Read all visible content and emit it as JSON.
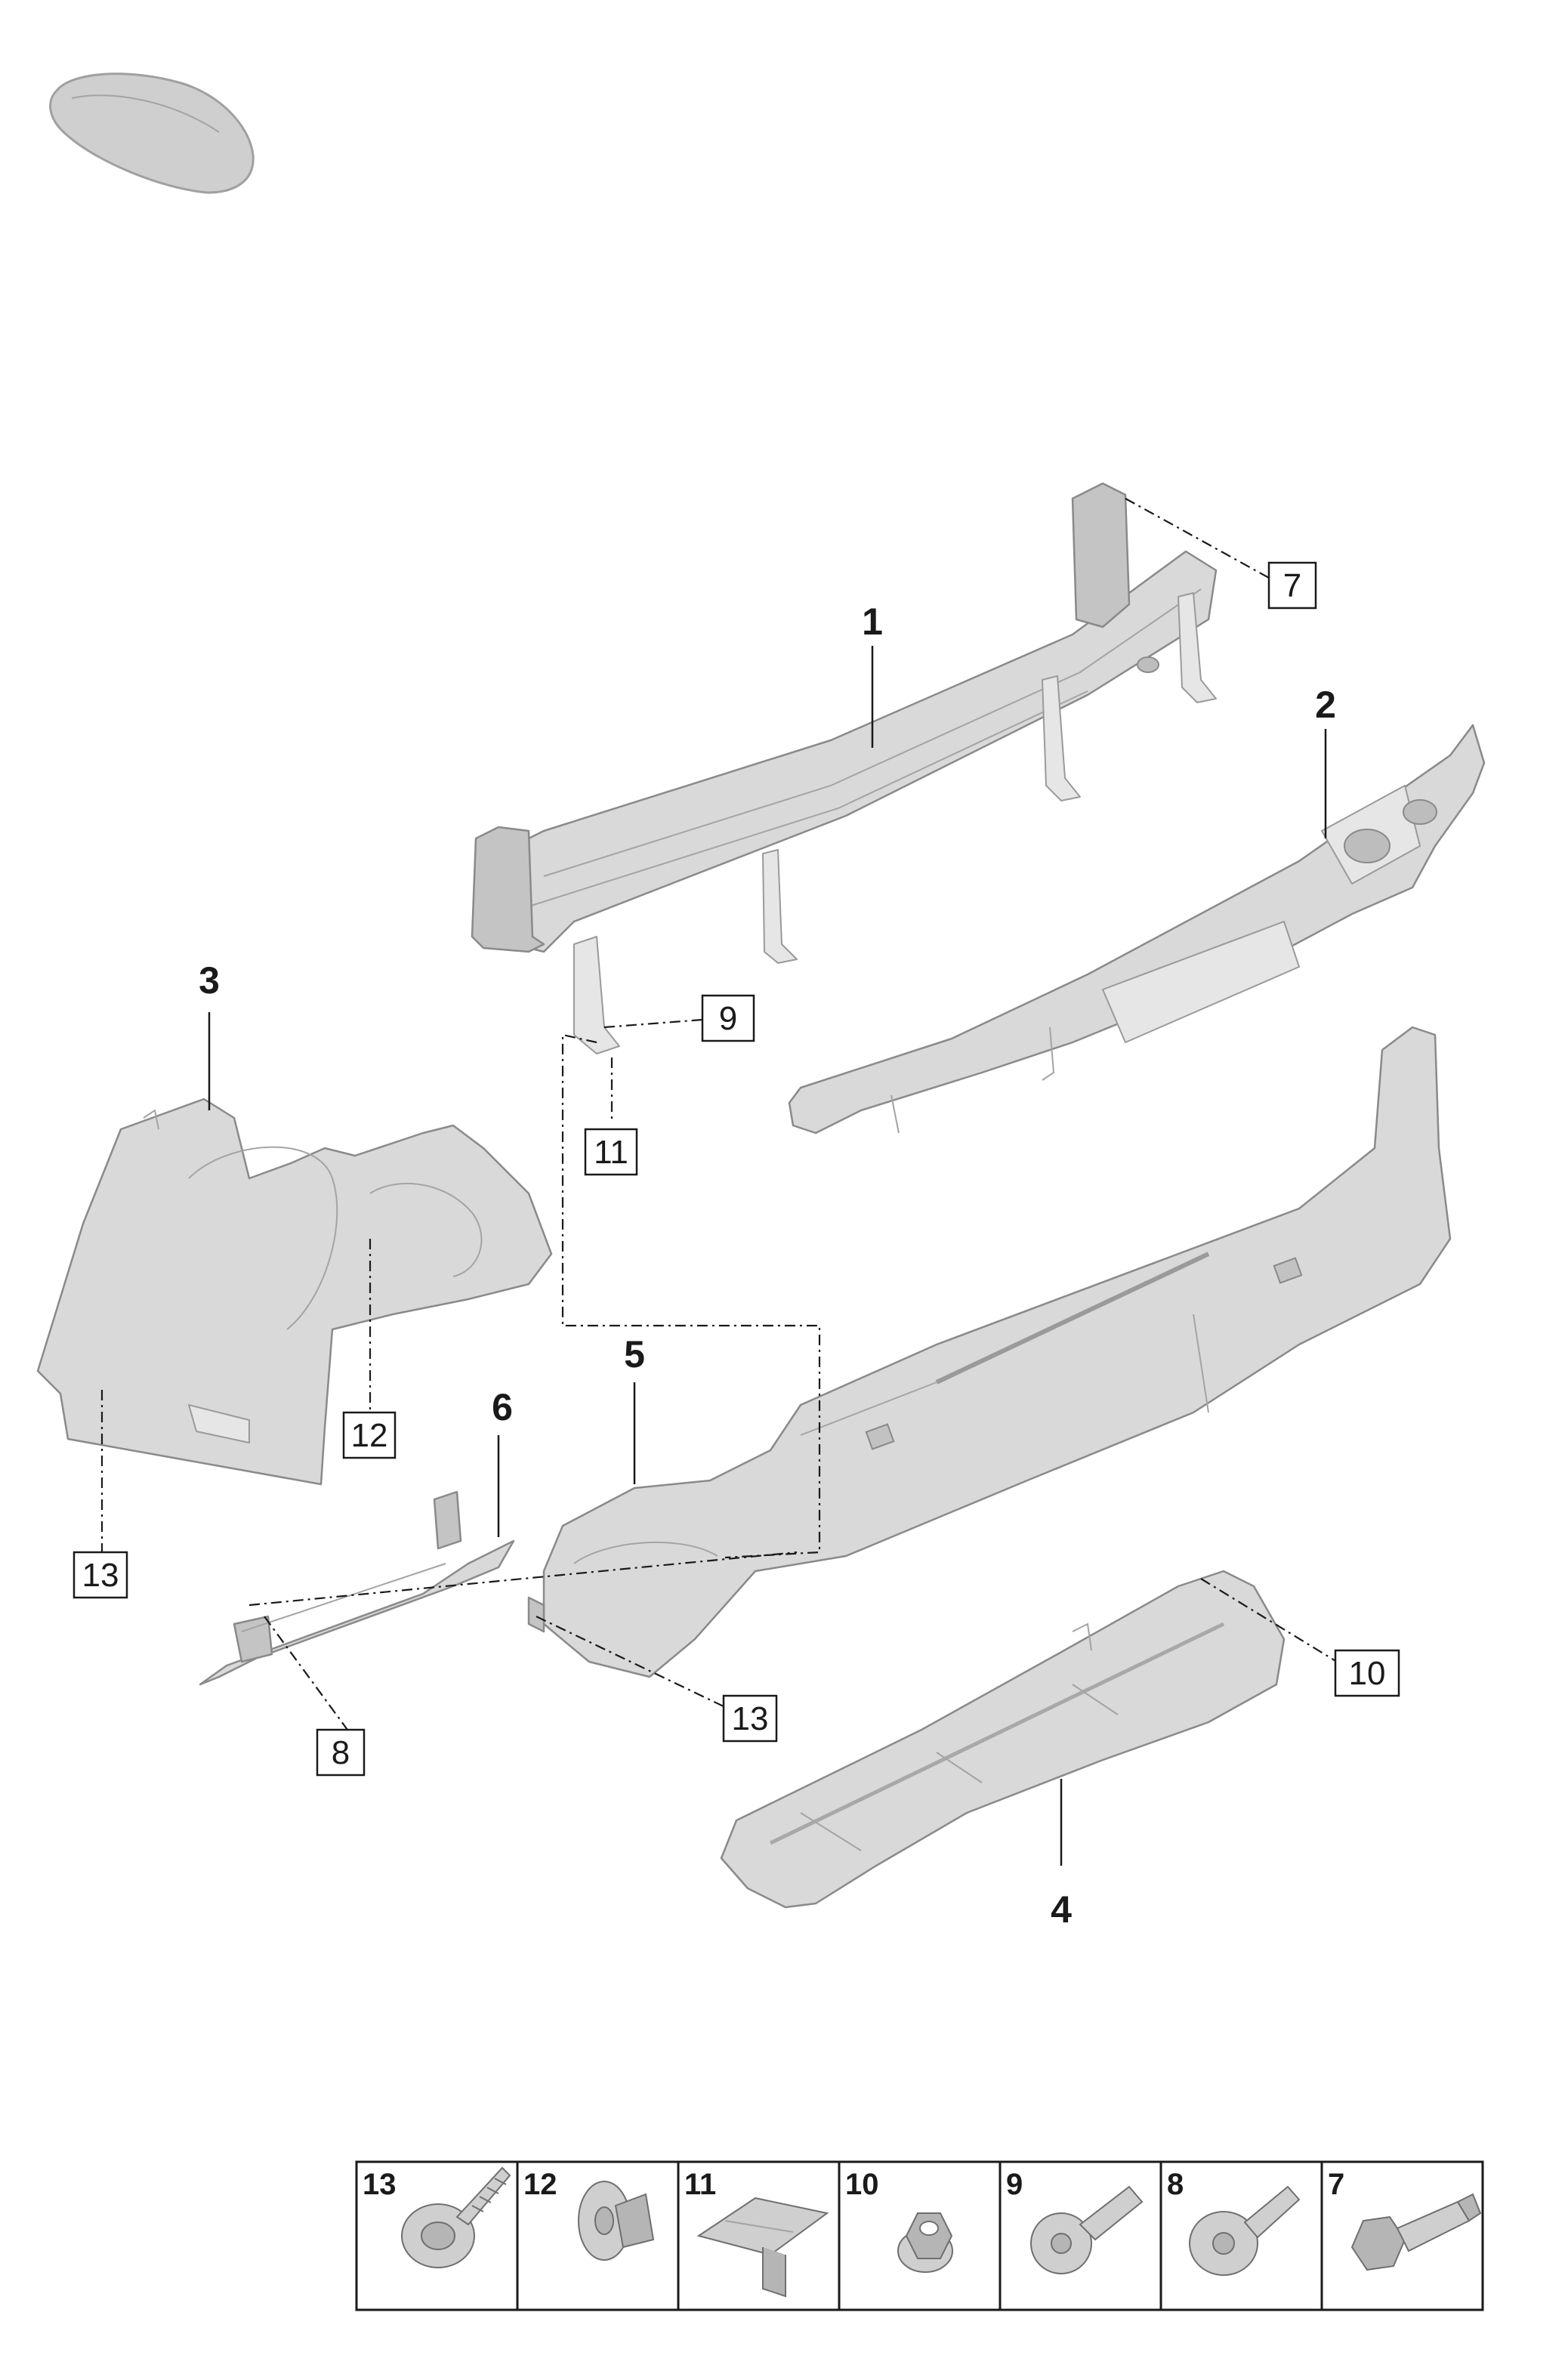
{
  "callouts": {
    "c1": "1",
    "c2": "2",
    "c3": "3",
    "c4": "4",
    "c5": "5",
    "c6": "6",
    "c7": "7",
    "c8": "8",
    "c9": "9",
    "c10": "10",
    "c11": "11",
    "c12": "12",
    "c13a": "13",
    "c13b": "13"
  },
  "legend": {
    "items": [
      {
        "number": "13",
        "icon": "screw-with-washer-icon"
      },
      {
        "number": "12",
        "icon": "spreading-rivet-icon"
      },
      {
        "number": "11",
        "icon": "clip-nut-icon"
      },
      {
        "number": "10",
        "icon": "hex-nut-icon"
      },
      {
        "number": "9",
        "icon": "torx-bolt-icon"
      },
      {
        "number": "8",
        "icon": "flange-bolt-icon"
      },
      {
        "number": "7",
        "icon": "hex-bolt-icon"
      }
    ]
  },
  "colors": {
    "part_fill": "#d9d9d9",
    "line": "#1a1a1a"
  }
}
